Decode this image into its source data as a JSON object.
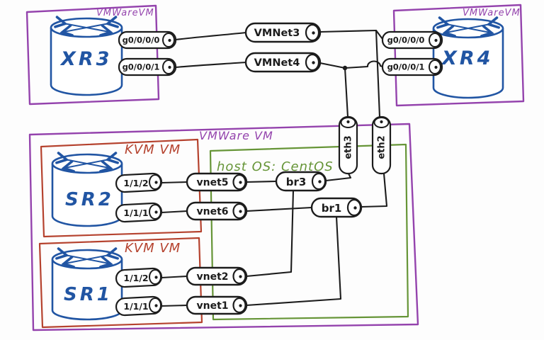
{
  "diagram_title": "Hand-drawn virtualization network topology",
  "colors": {
    "purple": "#9443ad",
    "red": "#b5422e",
    "green": "#669537",
    "blue": "#2155a3",
    "ink": "#1c1c1c",
    "paper": "#fdfdfd"
  },
  "vm1": {
    "label": "VMWareVM",
    "router": "XR3",
    "port0": "g0/0/0/0",
    "port1": "g0/0/0/1"
  },
  "vm2": {
    "label": "VMWareVM",
    "router": "XR4",
    "port0": "g0/0/0/0",
    "port1": "g0/0/0/1"
  },
  "host_vm": {
    "label": "VMWare VM"
  },
  "host_os": {
    "label": "host OS: CentOS"
  },
  "kvm1": {
    "label": "KVM VM",
    "router": "SR2",
    "port0": "1/1/2",
    "port1": "1/1/1"
  },
  "kvm2": {
    "label": "KVM VM",
    "router": "SR1",
    "port0": "1/1/2",
    "port1": "1/1/1"
  },
  "nets": {
    "vmnet3": "VMNet3",
    "vmnet4": "VMNet4"
  },
  "host_ifaces": {
    "eth3": "eth3",
    "eth2": "eth2"
  },
  "bridges": {
    "br3": "br3",
    "br1": "br1"
  },
  "vnets": {
    "vnet5": "vnet5",
    "vnet6": "vnet6",
    "vnet2": "vnet2",
    "vnet1": "vnet1"
  },
  "links": [
    {
      "from": "XR3 g0/0/0/0",
      "to": "VMNet3"
    },
    {
      "from": "XR3 g0/0/0/1",
      "to": "VMNet4"
    },
    {
      "from": "VMNet3",
      "to": "XR4 g0/0/0/0"
    },
    {
      "from": "VMNet4",
      "to": "XR4 g0/0/0/1"
    },
    {
      "from": "VMNet3",
      "to": "eth2"
    },
    {
      "from": "VMNet4",
      "to": "eth3"
    },
    {
      "from": "eth3",
      "to": "br3"
    },
    {
      "from": "eth2",
      "to": "br1"
    },
    {
      "from": "SR2 1/1/2",
      "to": "vnet5"
    },
    {
      "from": "SR2 1/1/1",
      "to": "vnet6"
    },
    {
      "from": "vnet5",
      "to": "br3"
    },
    {
      "from": "vnet6",
      "to": "br1"
    },
    {
      "from": "SR1 1/1/2",
      "to": "vnet2"
    },
    {
      "from": "SR1 1/1/1",
      "to": "vnet1"
    },
    {
      "from": "vnet2",
      "to": "br3"
    },
    {
      "from": "vnet1",
      "to": "br1"
    }
  ]
}
